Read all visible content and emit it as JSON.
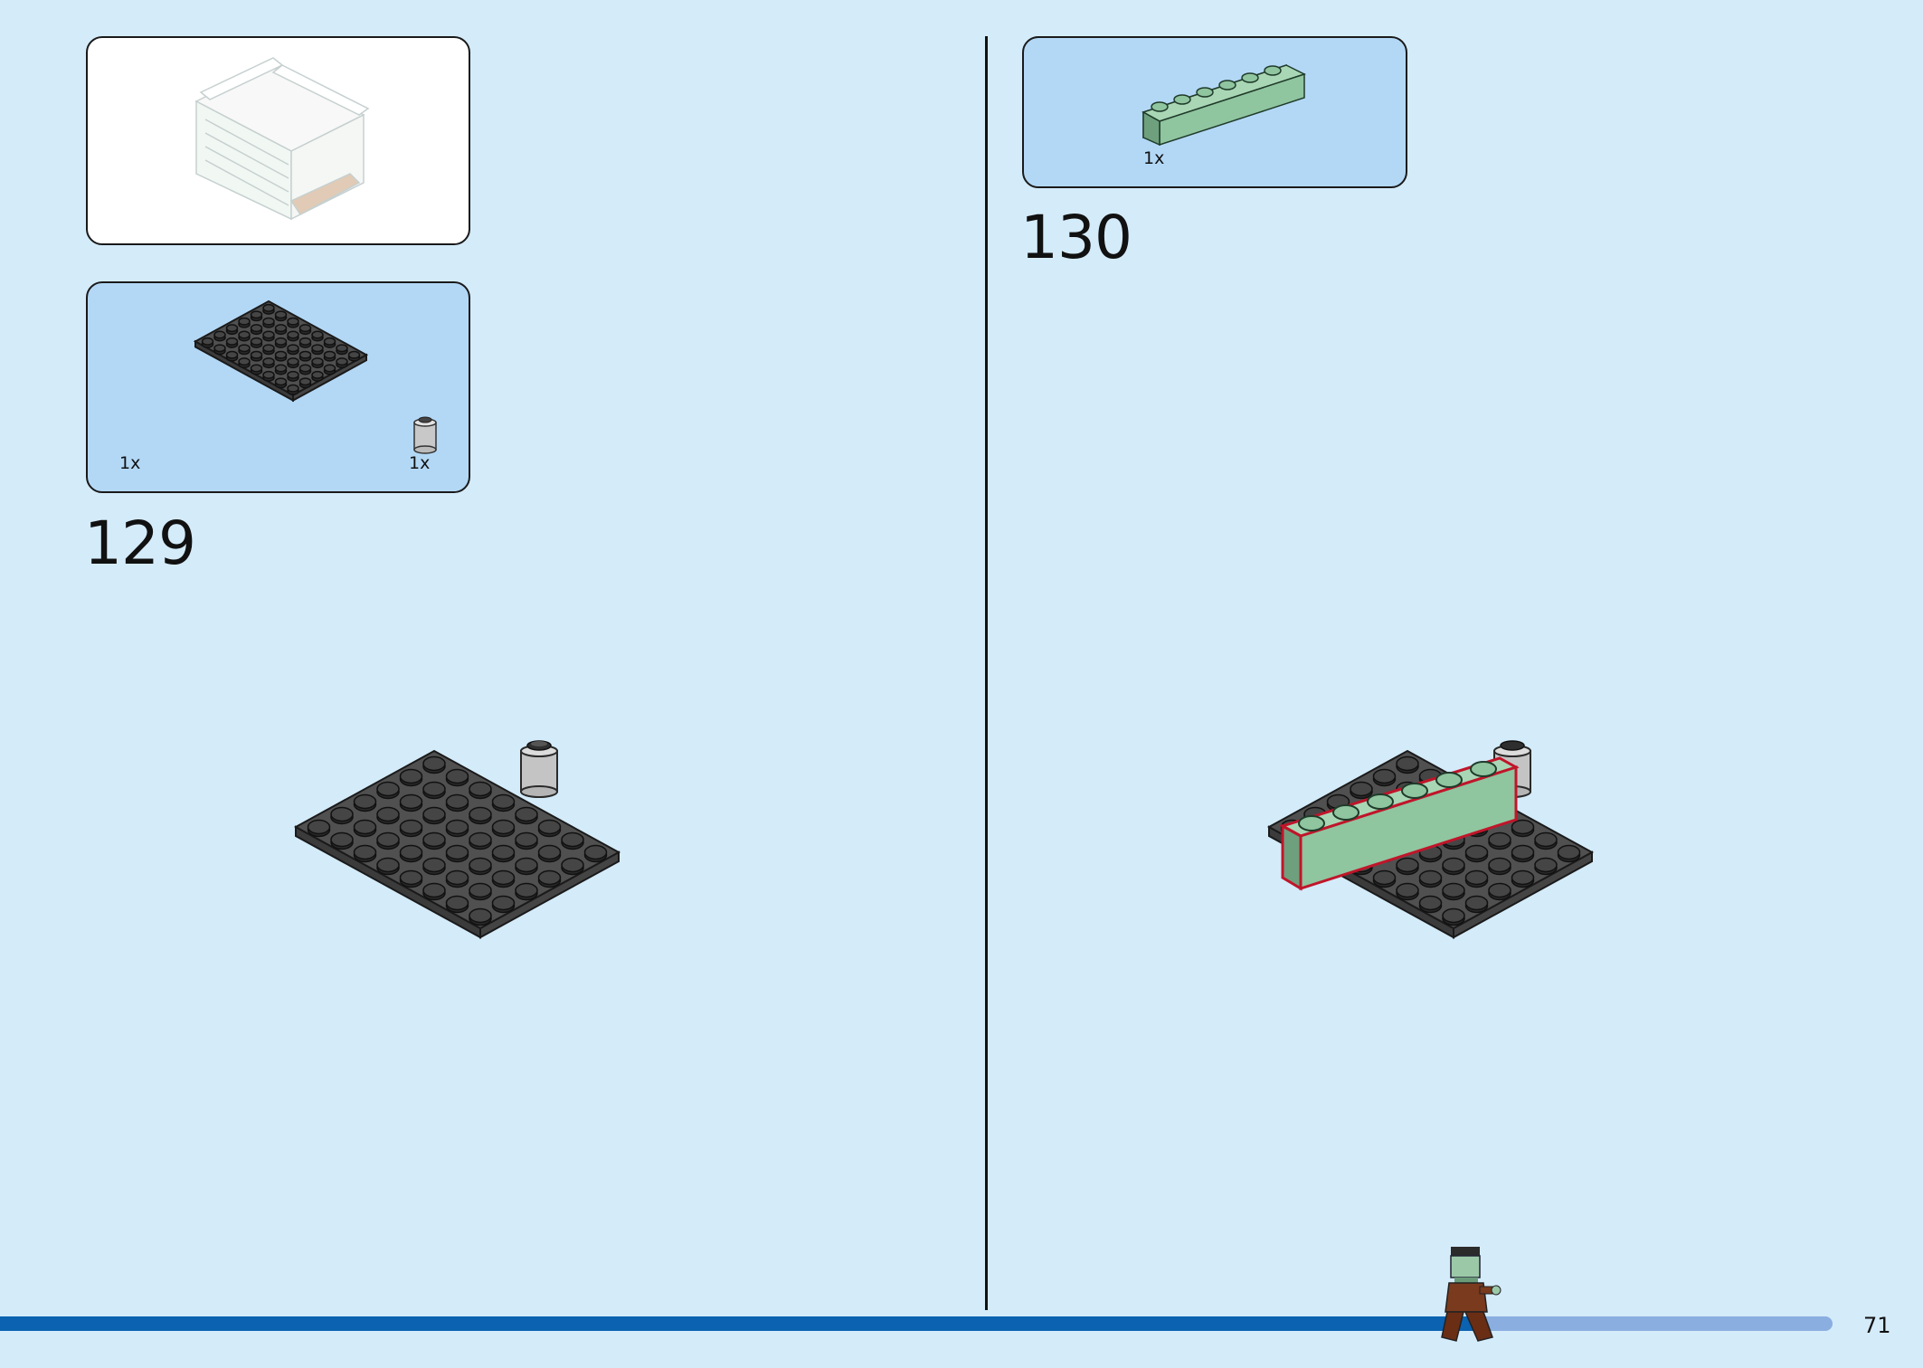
{
  "left_panel": {
    "part_callout_1": {
      "quantity": "1x"
    },
    "part_callout_2": {
      "quantity": "1x"
    },
    "step_number": "129"
  },
  "right_panel": {
    "part_callout": {
      "quantity": "1x"
    },
    "step_number": "130"
  },
  "footer": {
    "page_number": "71",
    "progress": 0.81
  },
  "colors": {
    "background": "#d4ebfa",
    "callout_blue": "#b3d8f6",
    "plate_dark_gray": "#505050",
    "sand_green": "#8fc59f",
    "progress_fill": "#0a62b0",
    "progress_track": "#8aaee0"
  }
}
